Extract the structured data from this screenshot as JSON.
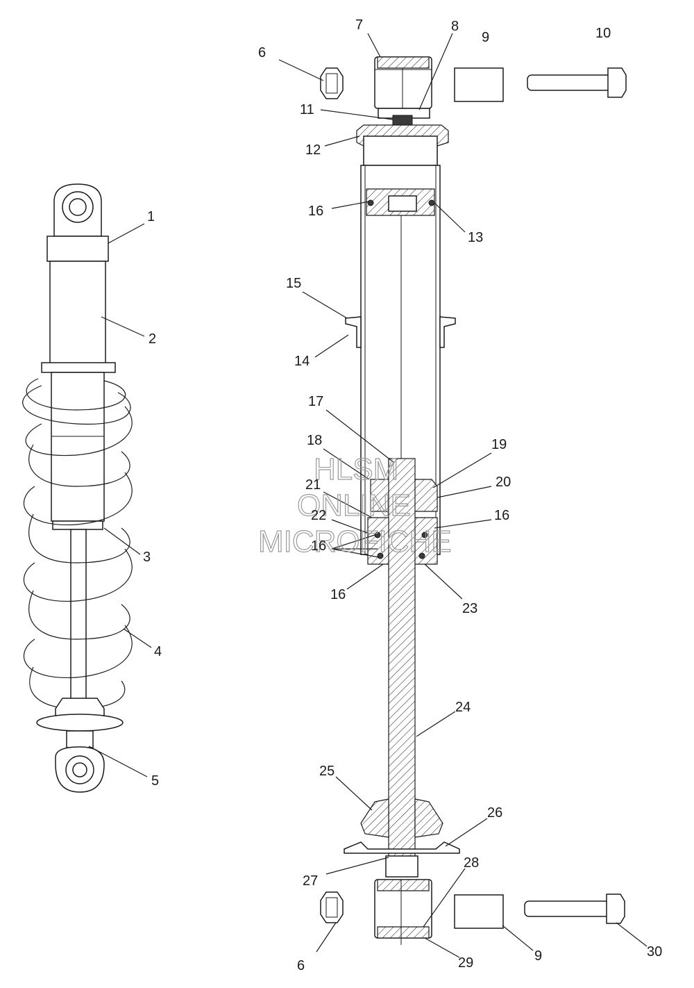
{
  "callouts": [
    {
      "n": "1"
    },
    {
      "n": "2"
    },
    {
      "n": "3"
    },
    {
      "n": "4"
    },
    {
      "n": "5"
    },
    {
      "n": "6"
    },
    {
      "n": "7"
    },
    {
      "n": "8"
    },
    {
      "n": "9"
    },
    {
      "n": "10"
    },
    {
      "n": "11"
    },
    {
      "n": "12"
    },
    {
      "n": "16"
    },
    {
      "n": "13"
    },
    {
      "n": "15"
    },
    {
      "n": "14"
    },
    {
      "n": "17"
    },
    {
      "n": "18"
    },
    {
      "n": "19"
    },
    {
      "n": "20"
    },
    {
      "n": "21"
    },
    {
      "n": "22"
    },
    {
      "n": "16"
    },
    {
      "n": "16"
    },
    {
      "n": "16"
    },
    {
      "n": "23"
    },
    {
      "n": "24"
    },
    {
      "n": "25"
    },
    {
      "n": "26"
    },
    {
      "n": "27"
    },
    {
      "n": "28"
    },
    {
      "n": "6"
    },
    {
      "n": "9"
    },
    {
      "n": "29"
    },
    {
      "n": "30"
    }
  ],
  "watermark": {
    "line1": "HLSM",
    "line2": "ONLINE",
    "line3": "MICROFICHE"
  }
}
